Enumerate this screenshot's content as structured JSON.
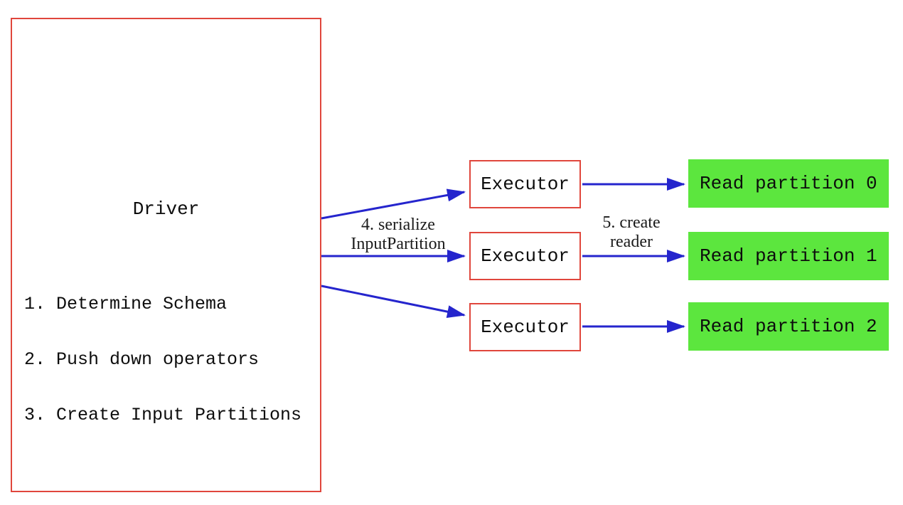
{
  "colors": {
    "box_red": "#e0463c",
    "arrow_blue": "#2525cd",
    "partition_green": "#5ce63e"
  },
  "driver": {
    "title": "Driver",
    "steps": [
      "1. Determine Schema",
      "2. Push down operators",
      "3. Create Input Partitions"
    ]
  },
  "executors": [
    {
      "label": "Executor"
    },
    {
      "label": "Executor"
    },
    {
      "label": "Executor"
    }
  ],
  "partitions": [
    {
      "label": "Read partition 0"
    },
    {
      "label": "Read partition 1"
    },
    {
      "label": "Read partition 2"
    }
  ],
  "arrow_labels": {
    "serialize": {
      "line1": "4. serialize",
      "line2": "InputPartition"
    },
    "create_reader": {
      "line1": "5. create",
      "line2": "reader"
    }
  }
}
